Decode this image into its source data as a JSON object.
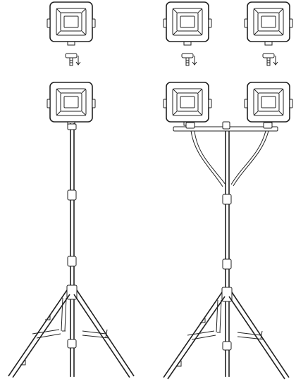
{
  "colors": {
    "stroke": "#222222",
    "background": "#ffffff",
    "panel": "#ffffff"
  },
  "diagram": {
    "variants": [
      {
        "name": "single-floodlight-stand",
        "floodlights": 1,
        "tripod": "single-pole"
      },
      {
        "name": "double-floodlight-stand",
        "floodlights": 2,
        "tripod": "crossbar"
      }
    ],
    "icons": [
      "floodlight-icon",
      "screw-icon",
      "down-arrow-icon",
      "tripod-stand-icon",
      "cable-icon"
    ]
  }
}
